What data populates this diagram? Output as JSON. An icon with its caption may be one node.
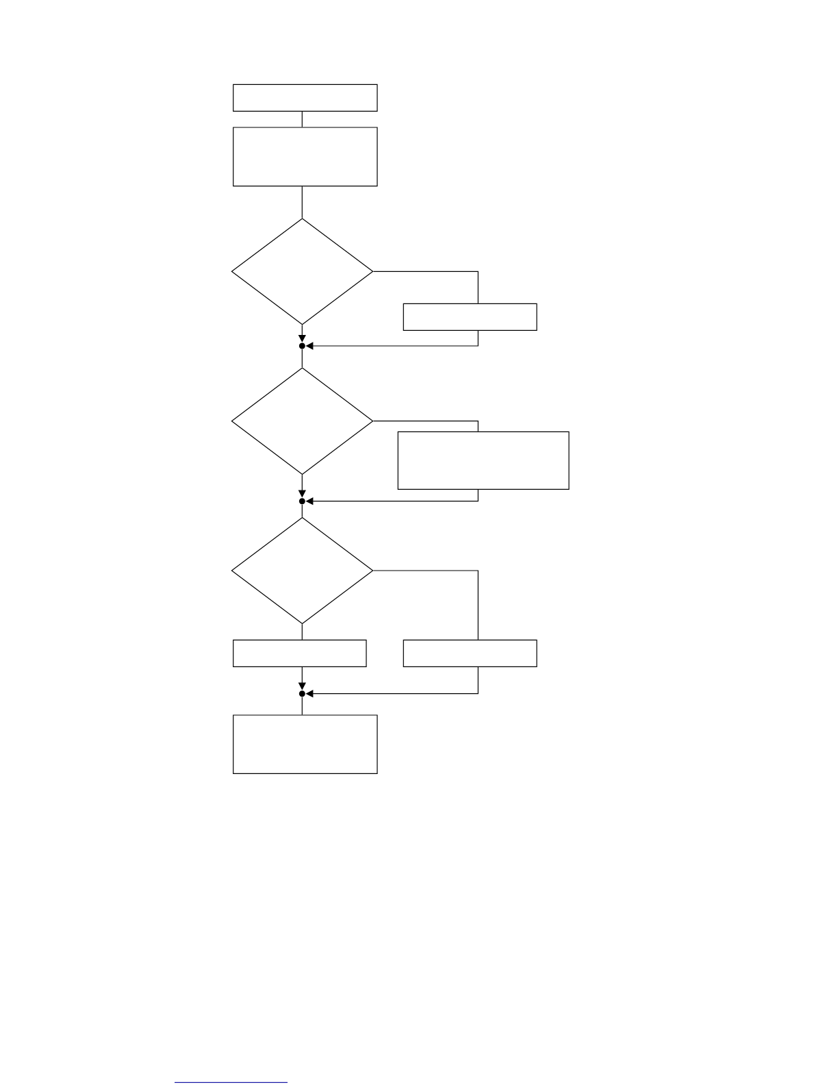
{
  "diagram": {
    "nodes": [
      {
        "text": [],
        "shape": "box"
      },
      {
        "text": [],
        "shape": "box"
      },
      {
        "text": [],
        "shape": "diamond"
      },
      {
        "text": [],
        "shape": "box"
      },
      {
        "text": [],
        "shape": "dot"
      },
      {
        "text": [],
        "shape": "diamond"
      },
      {
        "text": [],
        "shape": "box"
      },
      {
        "text": [],
        "shape": "dot"
      },
      {
        "text": [],
        "shape": "diamond"
      },
      {
        "text": [],
        "shape": "box"
      },
      {
        "text": [],
        "shape": "box"
      },
      {
        "text": [],
        "shape": "dot"
      },
      {
        "text": [],
        "shape": "box"
      }
    ],
    "edges": [
      {
        "from": 0,
        "to": 1,
        "arrow": "none"
      },
      {
        "from": 1,
        "to": 2,
        "arrow": "none"
      },
      {
        "from": 2,
        "to": 3,
        "arrow": "none"
      },
      {
        "from": 2,
        "to": 4,
        "arrow": "to"
      },
      {
        "from": 3,
        "to": 4,
        "arrow": "to"
      },
      {
        "from": 4,
        "to": 5,
        "arrow": "none"
      },
      {
        "from": 5,
        "to": 6,
        "arrow": "none"
      },
      {
        "from": 5,
        "to": 7,
        "arrow": "to"
      },
      {
        "from": 6,
        "to": 7,
        "arrow": "to"
      },
      {
        "from": 7,
        "to": 8,
        "arrow": "none"
      },
      {
        "from": 8,
        "to": 9,
        "arrow": "none"
      },
      {
        "from": 8,
        "to": 10,
        "arrow": "none"
      },
      {
        "from": 9,
        "to": 11,
        "arrow": "to"
      },
      {
        "from": 10,
        "to": 11,
        "arrow": "to"
      },
      {
        "from": 11,
        "to": 12,
        "arrow": "none"
      }
    ]
  }
}
